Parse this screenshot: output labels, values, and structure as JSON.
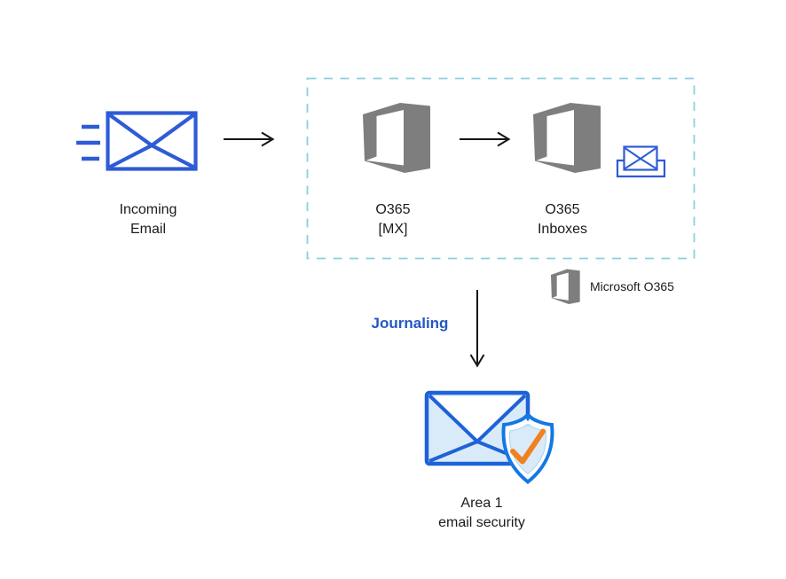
{
  "diagram": {
    "type": "email-flow",
    "nodes": {
      "incoming_email": {
        "line1": "Incoming",
        "line2": "Email"
      },
      "o365_mx": {
        "line1": "O365",
        "line2": "[MX]"
      },
      "o365_inboxes": {
        "line1": "O365",
        "line2": "Inboxes"
      },
      "area1": {
        "line1": "Area 1",
        "line2": "email security"
      }
    },
    "edges": {
      "journaling": {
        "label": "Journaling"
      }
    },
    "legend": {
      "microsoft_o365": "Microsoft O365"
    },
    "icons": {
      "incoming_email": "envelope-with-speed-lines-icon",
      "o365_mx": "office365-logo-icon",
      "o365_inboxes": "office365-logo-icon + inbox-tray-icon",
      "legend": "office365-logo-icon",
      "area1": "envelope-shield-checkmark-icon"
    }
  },
  "colors": {
    "envelope_blue": "#2F5BD7",
    "office_gray": "#7E7E7E",
    "dashed_border": "#8BD0E0",
    "arrow_black": "#141414",
    "journaling_blue": "#2457C5",
    "area1_stroke_blue": "#1D62D8",
    "shield_blue": "#1478E4",
    "light_blue_fill": "#D9EBF8",
    "check_orange": "#F0811F",
    "text_color": "#1B1B1B"
  }
}
